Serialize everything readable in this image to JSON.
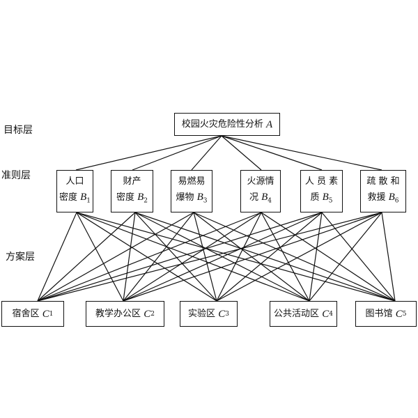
{
  "levels": {
    "goal": "目标层",
    "criteria": "准则层",
    "alternatives": "方案层"
  },
  "goal": {
    "text": "校园火灾危险性分析",
    "symbol": "A"
  },
  "criteria": [
    {
      "line1": "人口",
      "line2": "密度",
      "symbol": "B",
      "sub": "1"
    },
    {
      "line1": "财产",
      "line2": "密度",
      "symbol": "B",
      "sub": "2"
    },
    {
      "line1": "易燃易",
      "line2": "爆物",
      "symbol": "B",
      "sub": "3"
    },
    {
      "line1": "火源情",
      "line2": "况",
      "symbol": "B",
      "sub": "4"
    },
    {
      "line1": "人 员 素",
      "line2": "质",
      "symbol": "B",
      "sub": "5"
    },
    {
      "line1": "疏 散 和",
      "line2": "救援",
      "symbol": "B",
      "sub": "6"
    }
  ],
  "alternatives": [
    {
      "text": "宿舍区",
      "symbol": "C",
      "sub": "1"
    },
    {
      "text": "教学办公区",
      "symbol": "C",
      "sub": "2"
    },
    {
      "text": "实验区",
      "symbol": "C",
      "sub": "3"
    },
    {
      "text": "公共活动区",
      "symbol": "C",
      "sub": "4"
    },
    {
      "text": "图书馆",
      "symbol": "C",
      "sub": "5"
    }
  ]
}
